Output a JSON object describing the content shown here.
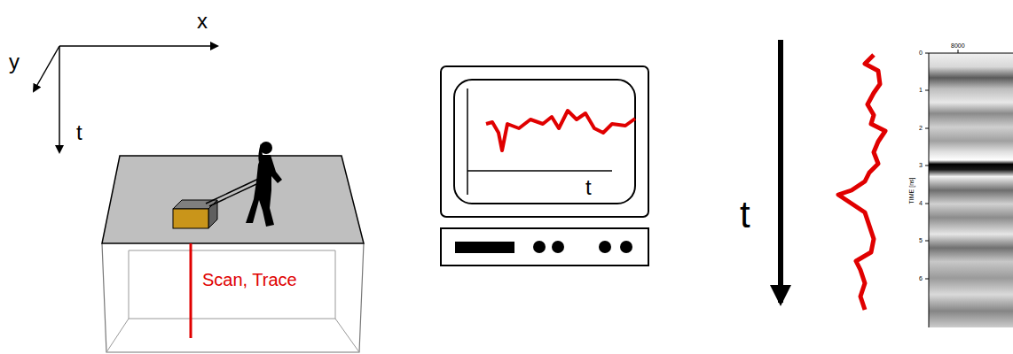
{
  "diagram": {
    "labels": [
      "x",
      "y",
      "t",
      "Scan, Trace",
      "t",
      "t",
      "8000",
      "0",
      "1",
      "2",
      "3",
      "4",
      "5",
      "6",
      "TIME [ns]"
    ]
  }
}
